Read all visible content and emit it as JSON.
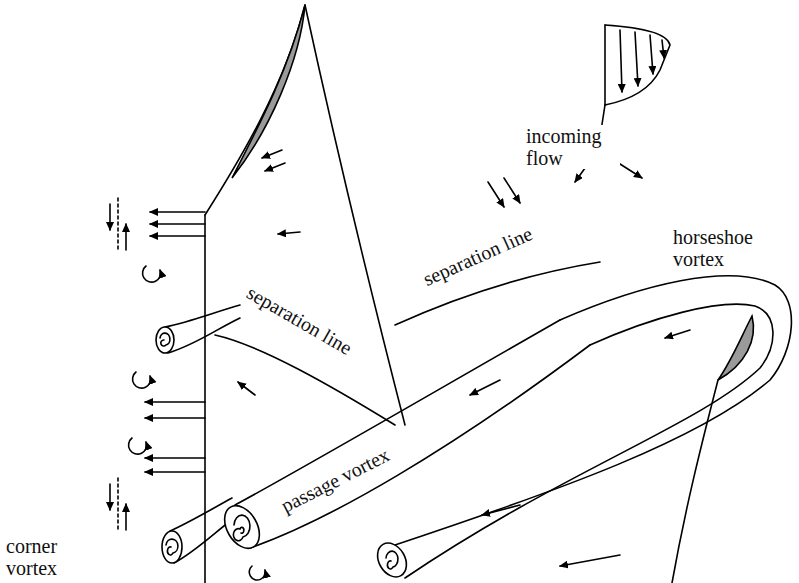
{
  "diagram": {
    "labels": [
      "incoming flow",
      "horseshoe vortex",
      "separation line",
      "separation line",
      "passage vortex",
      "corner vortex"
    ]
  }
}
